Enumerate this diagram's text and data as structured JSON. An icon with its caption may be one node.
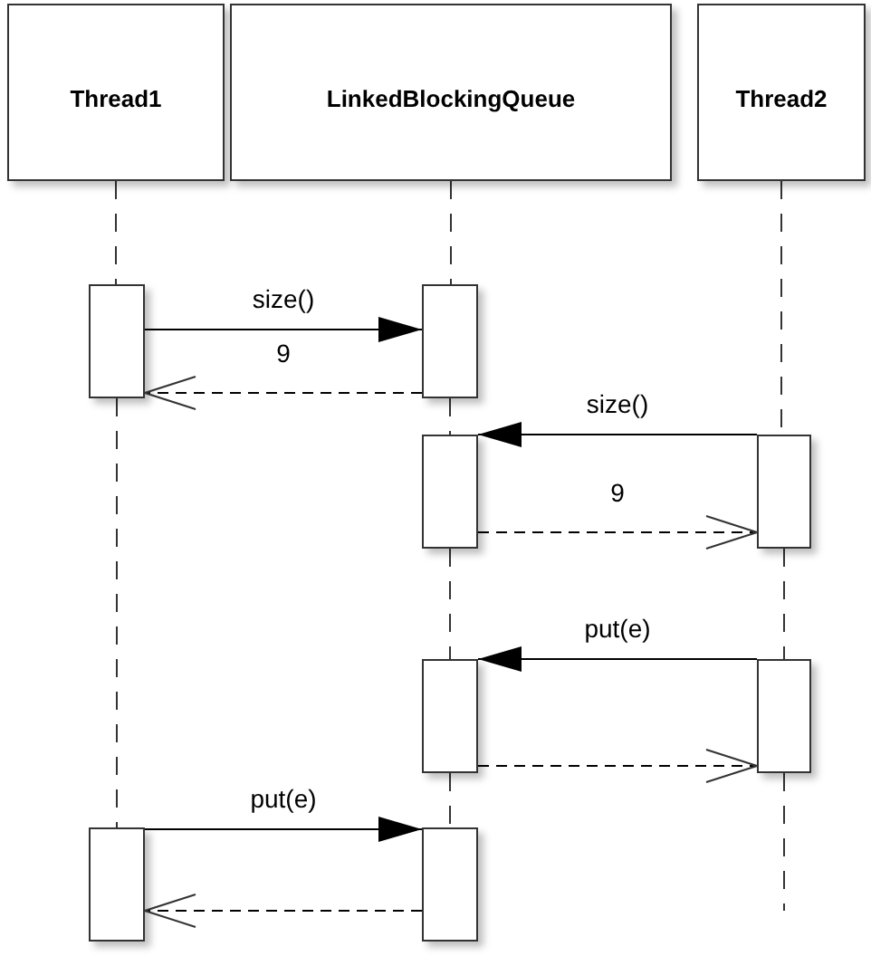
{
  "diagram": {
    "nodes": [
      {
        "text": [
          "Thread1"
        ]
      },
      {
        "text": [
          "LinkedBlockingQueue"
        ]
      },
      {
        "text": [
          "Thread2"
        ]
      },
      {
        "text": [],
        "shape": "box"
      },
      {
        "text": [],
        "shape": "box"
      },
      {
        "text": [],
        "shape": "box"
      },
      {
        "text": [],
        "shape": "box"
      },
      {
        "text": [],
        "shape": "box"
      },
      {
        "text": [],
        "shape": "box"
      },
      {
        "text": [],
        "shape": "box"
      },
      {
        "text": [],
        "shape": "box"
      }
    ],
    "edges": [
      {
        "from": 3,
        "to": 4,
        "arrow": "to",
        "label": "size()"
      },
      {
        "from": 4,
        "to": 3,
        "arrow": "to",
        "label": "9",
        "style": "dashed"
      },
      {
        "from": 6,
        "to": 5,
        "arrow": "to",
        "label": "size()"
      },
      {
        "from": 5,
        "to": 6,
        "arrow": "to",
        "label": "9",
        "style": "dashed"
      },
      {
        "from": 8,
        "to": 7,
        "arrow": "to",
        "label": "put(e)"
      },
      {
        "from": 7,
        "to": 8,
        "arrow": "to",
        "style": "dashed"
      },
      {
        "from": 9,
        "to": 10,
        "arrow": "to",
        "label": "put(e)"
      },
      {
        "from": 10,
        "to": 9,
        "arrow": "to",
        "style": "dashed"
      },
      {
        "from": 0,
        "to": 3,
        "arrow": "none",
        "style": "dashed"
      },
      {
        "from": 3,
        "to": 9,
        "arrow": "none",
        "style": "dashed"
      },
      {
        "from": 1,
        "to": 4,
        "arrow": "none",
        "style": "dashed"
      },
      {
        "from": 4,
        "to": 5,
        "arrow": "none",
        "style": "dashed"
      },
      {
        "from": 5,
        "to": 7,
        "arrow": "none",
        "style": "dashed"
      },
      {
        "from": 7,
        "to": 10,
        "arrow": "none",
        "style": "dashed"
      },
      {
        "from": 2,
        "to": 6,
        "arrow": "none",
        "style": "dashed"
      },
      {
        "from": 6,
        "to": 8,
        "arrow": "none",
        "style": "dashed"
      },
      {
        "from": 8,
        "to": null,
        "arrow": "none",
        "style": "dashed"
      }
    ]
  }
}
